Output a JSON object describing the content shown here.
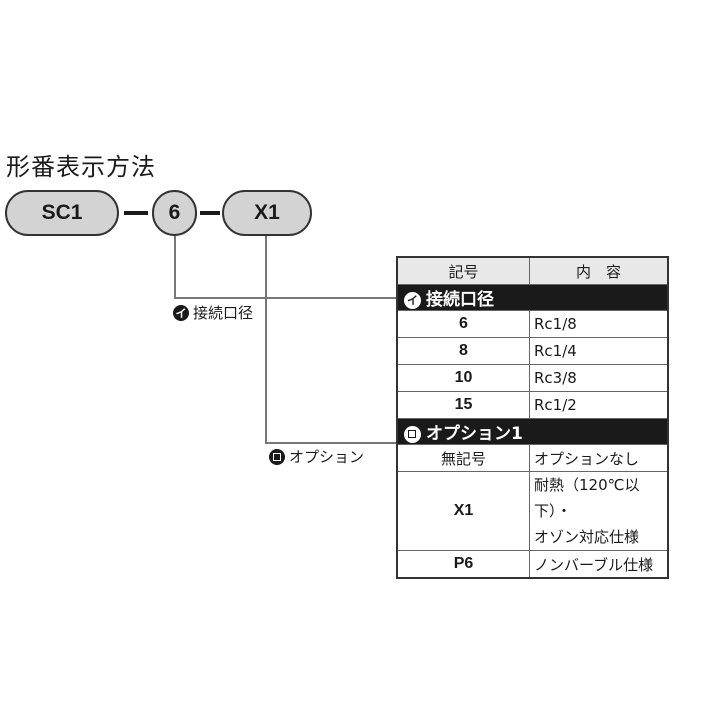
{
  "title": "形番表示方法",
  "model": {
    "base": "SC1",
    "size": "6",
    "option": "X1"
  },
  "labels": {
    "connection": "接続口径",
    "option": "オプション"
  },
  "badges": {
    "connection": "イ"
  },
  "table": {
    "headers": {
      "code": "記号",
      "content": "内　容"
    },
    "sections": [
      {
        "title": "接続口径",
        "rows": [
          {
            "code": "6",
            "content": "Rc1/8"
          },
          {
            "code": "8",
            "content": "Rc1/4"
          },
          {
            "code": "10",
            "content": "Rc3/8"
          },
          {
            "code": "15",
            "content": "Rc1/2"
          }
        ]
      },
      {
        "title": "オプション1",
        "rows": [
          {
            "code": "無記号",
            "content": "オプションなし"
          },
          {
            "code": "X1",
            "content_line1": "耐熱（120℃以下）・",
            "content_line2": "オゾン対応仕様"
          },
          {
            "code": "P6",
            "content": "ノンバーブル仕様"
          }
        ]
      }
    ]
  }
}
